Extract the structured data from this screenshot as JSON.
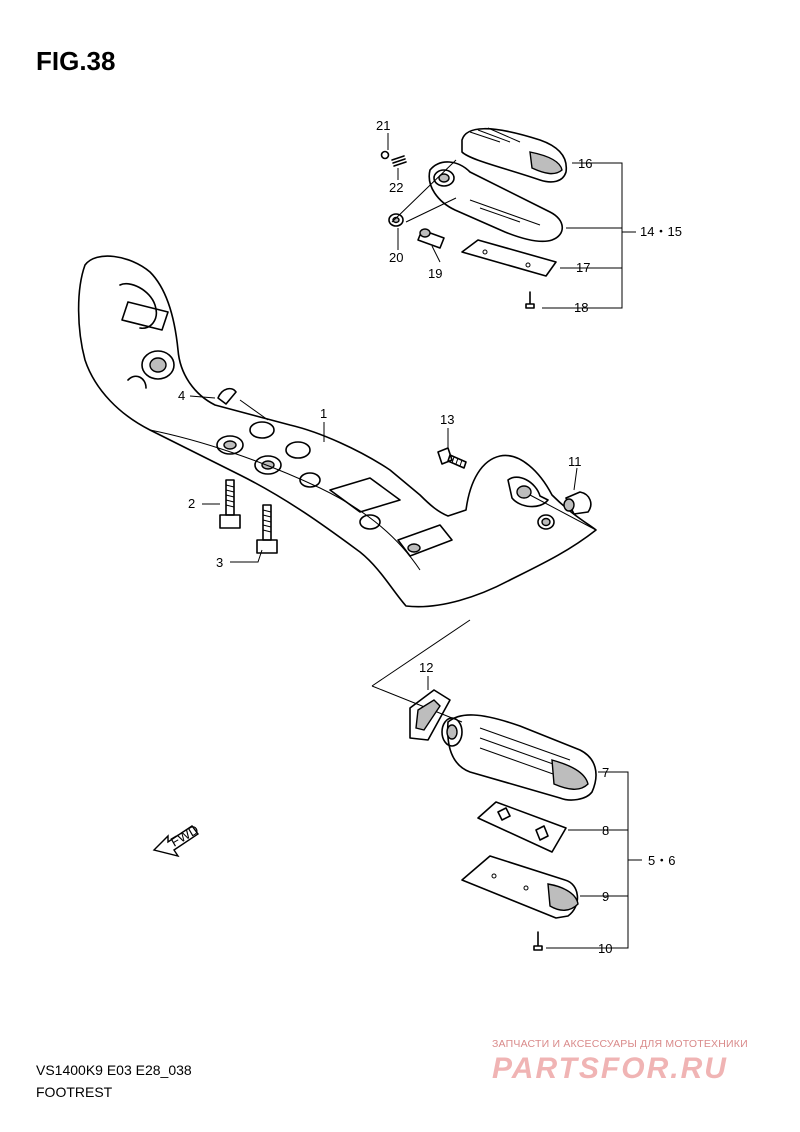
{
  "figure": {
    "title": "FIG.38"
  },
  "footer": {
    "model_code": "VS1400K9  E03 E28_038",
    "section_name": "FOOTREST"
  },
  "watermark": {
    "tagline": "ЗАПЧАСТИ И АКСЕССУАРЫ ДЛЯ МОТОТЕХНИКИ",
    "logo": "PARTSFOR.RU"
  },
  "fwd_label": "FWD",
  "callouts": {
    "c1": "1",
    "c2": "2",
    "c3": "3",
    "c4": "4",
    "c5_6": "5・6",
    "c7": "7",
    "c8": "8",
    "c9": "9",
    "c10": "10",
    "c11": "11",
    "c12": "12",
    "c13": "13",
    "c14_15": "14・15",
    "c16": "16",
    "c17": "17",
    "c18": "18",
    "c19": "19",
    "c20": "20",
    "c21": "21",
    "c22": "22"
  },
  "colors": {
    "line": "#000000",
    "shade": "#bdbdbd",
    "watermark": "#e9a3a3"
  }
}
